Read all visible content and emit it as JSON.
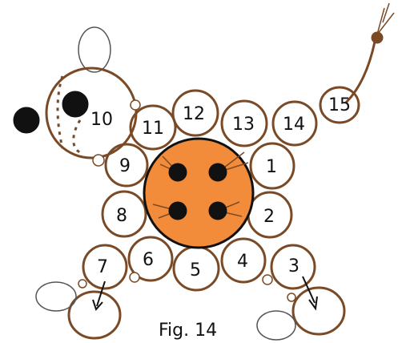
{
  "figure": {
    "caption": "Fig. 14",
    "colors": {
      "outline": "#7a4a26",
      "button_fill": "#f28c3a",
      "dark": "#111111",
      "background": "#ffffff"
    },
    "icons": [
      "dog-head-icon",
      "nose-icon",
      "eye-icon",
      "ear-icon",
      "tail-icon",
      "button-icon",
      "paw-icon",
      "arrow-icon"
    ],
    "beads": [
      {
        "label": "1"
      },
      {
        "label": "2"
      },
      {
        "label": "3"
      },
      {
        "label": "4"
      },
      {
        "label": "5"
      },
      {
        "label": "6"
      },
      {
        "label": "7"
      },
      {
        "label": "8"
      },
      {
        "label": "9"
      },
      {
        "label": "10"
      },
      {
        "label": "11"
      },
      {
        "label": "12"
      },
      {
        "label": "13"
      },
      {
        "label": "14"
      },
      {
        "label": "15"
      }
    ]
  }
}
